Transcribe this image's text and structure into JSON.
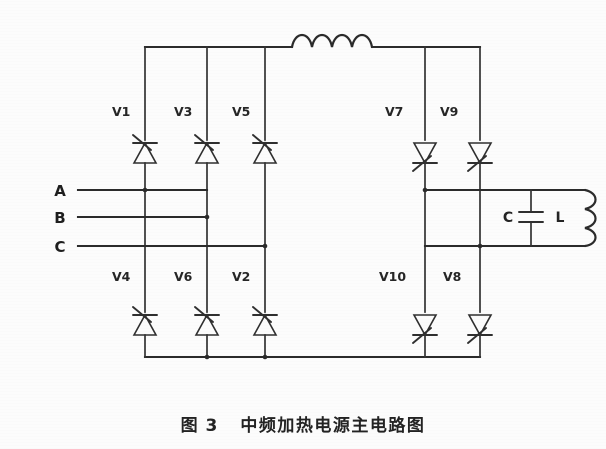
{
  "figure": {
    "caption_number": "图 3",
    "caption_title": "中频加热电源主电路图",
    "background_color": "#fcfcfc",
    "ink_color": "#2b2b2b"
  },
  "supply": {
    "phase_labels": [
      "A",
      "B",
      "C"
    ]
  },
  "rectifier": {
    "name": "three-phase-thyristor-rectifier-bridge",
    "upper_devices": [
      {
        "label": "V1"
      },
      {
        "label": "V3"
      },
      {
        "label": "V5"
      }
    ],
    "lower_devices": [
      {
        "label": "V4"
      },
      {
        "label": "V6"
      },
      {
        "label": "V2"
      }
    ]
  },
  "dc_link": {
    "reactor_name": "smoothing-reactor"
  },
  "inverter": {
    "name": "single-phase-thyristor-inverter-bridge",
    "upper_devices": [
      {
        "label": "V7"
      },
      {
        "label": "V9"
      }
    ],
    "lower_devices": [
      {
        "label": "V10"
      },
      {
        "label": "V8"
      }
    ]
  },
  "load_tank": {
    "capacitor_label": "C",
    "inductor_label": "L"
  }
}
